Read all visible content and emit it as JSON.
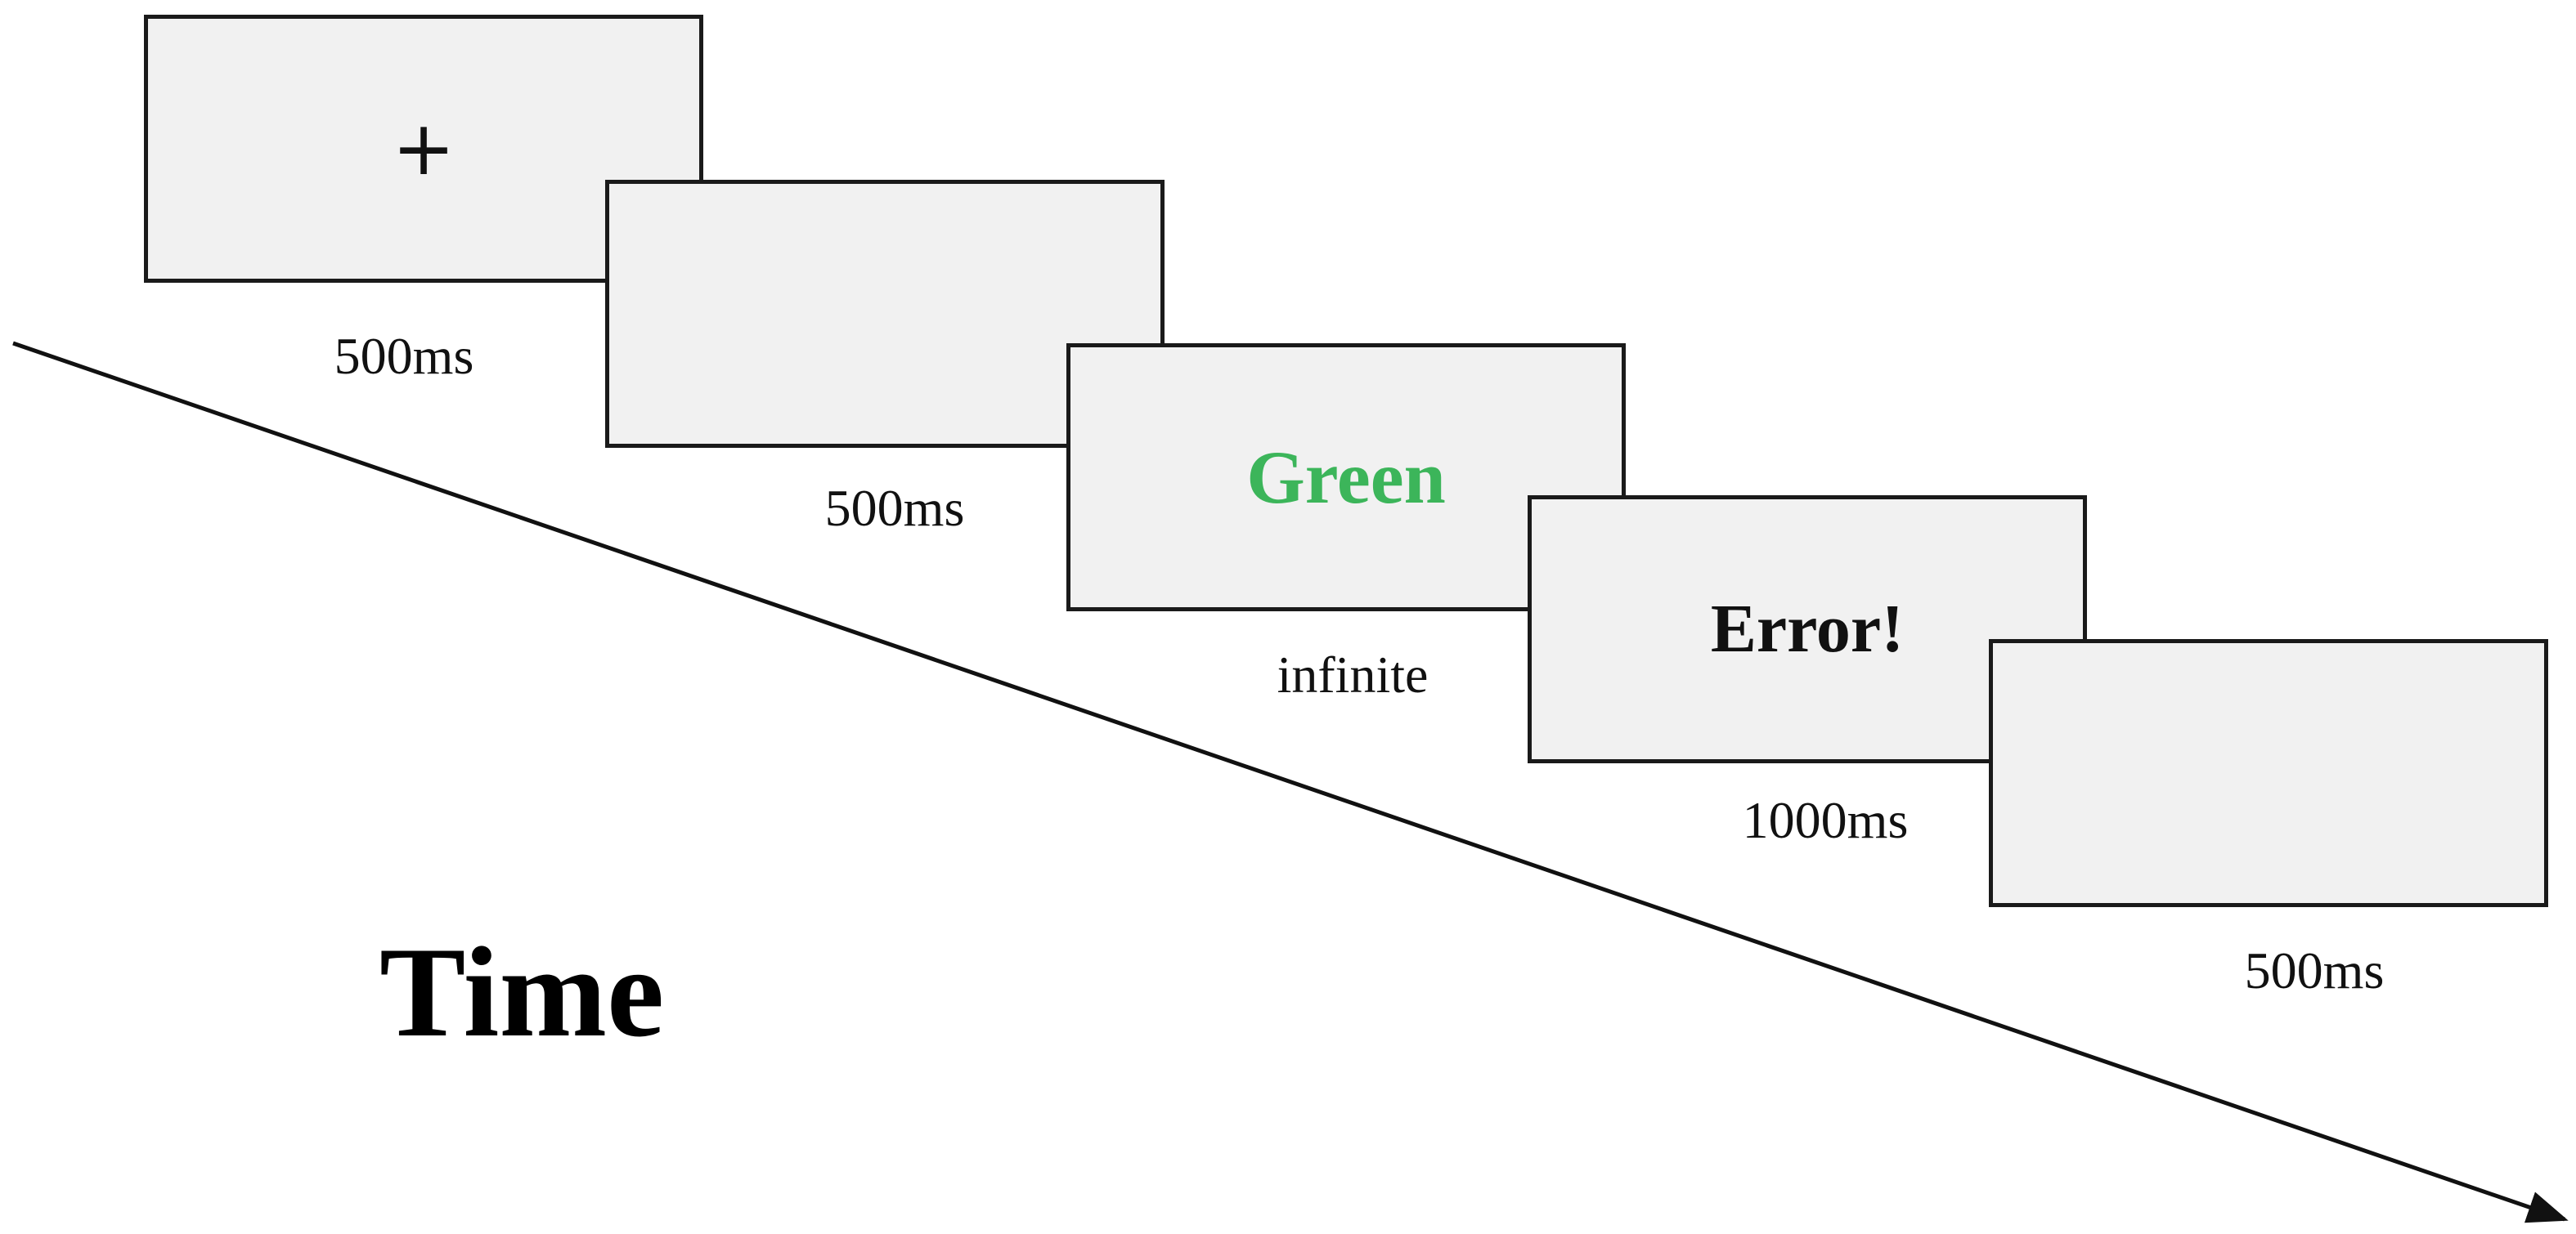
{
  "screens": [
    {
      "content": "+",
      "duration": "500ms"
    },
    {
      "content": "",
      "duration": "500ms"
    },
    {
      "content": "Green",
      "duration": "infinite"
    },
    {
      "content": "Error!",
      "duration": "1000ms"
    },
    {
      "content": "",
      "duration": "500ms"
    }
  ],
  "axis_label": "Time",
  "colors": {
    "stimulus_word": "#3cb55a",
    "screen_fill": "#f1f1f1",
    "border": "#1a1a1a"
  }
}
